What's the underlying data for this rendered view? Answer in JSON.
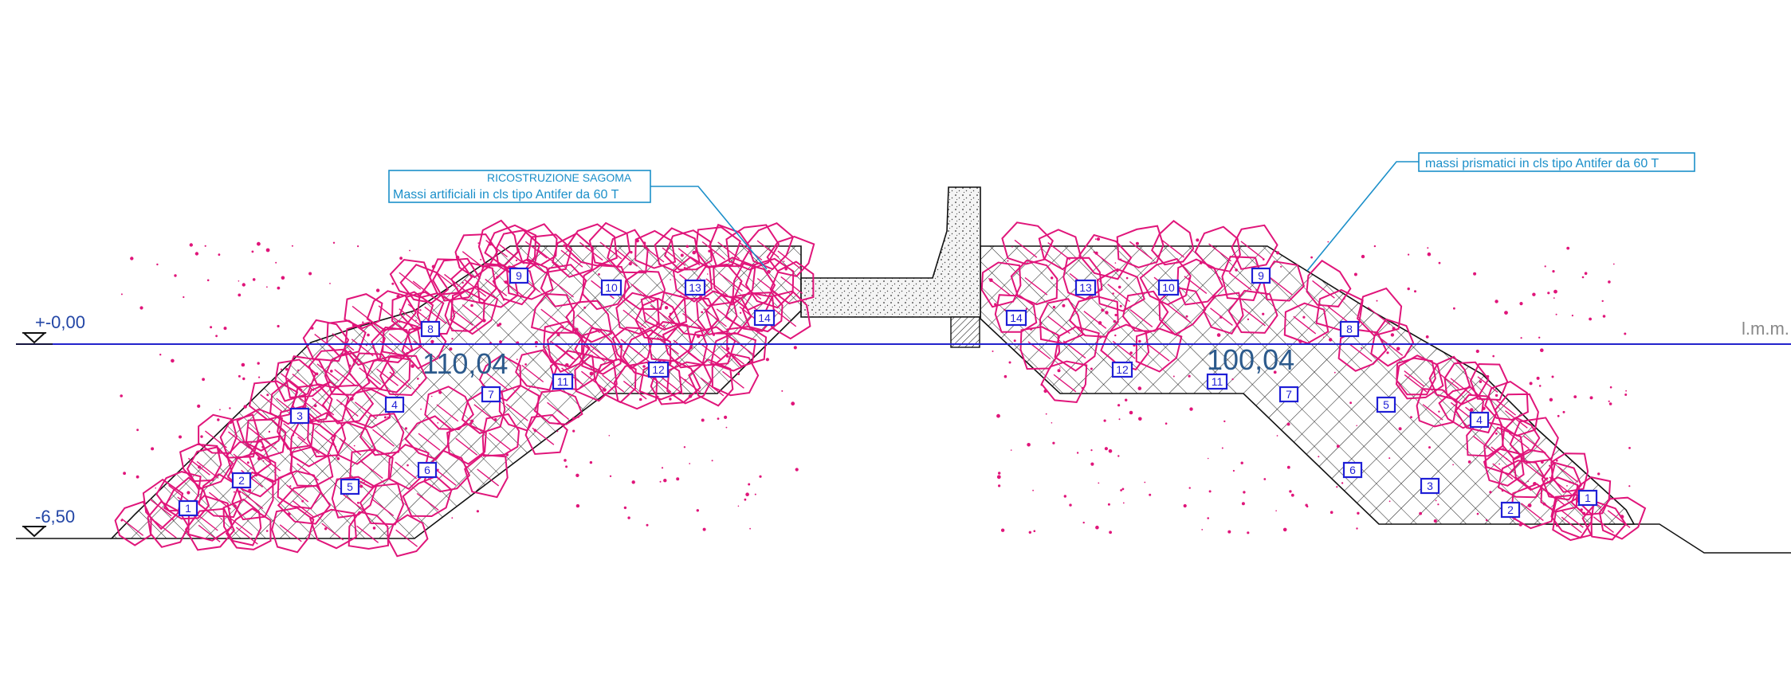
{
  "levels": {
    "top": "+-0,00",
    "bottom": "-6,50",
    "sea_level": "l.m.m."
  },
  "labels": {
    "left_line1": "RICOSTRUZIONE SAGOMA",
    "left_line2": "Massi artificiali in cls tipo Antifer da 60 T",
    "right": "massi prismatici in cls tipo Antifer da 60 T"
  },
  "sections": {
    "left": "110,04",
    "right": "100,04"
  },
  "block_numbers": [
    "1",
    "2",
    "3",
    "4",
    "5",
    "6",
    "7",
    "8",
    "9",
    "10",
    "11",
    "12",
    "13",
    "14"
  ],
  "colors": {
    "sea_level_line": "#2222cc",
    "blocks": "#e0157a",
    "labels": "#1b8fc9",
    "block_numbers": "#1f1fd6"
  }
}
